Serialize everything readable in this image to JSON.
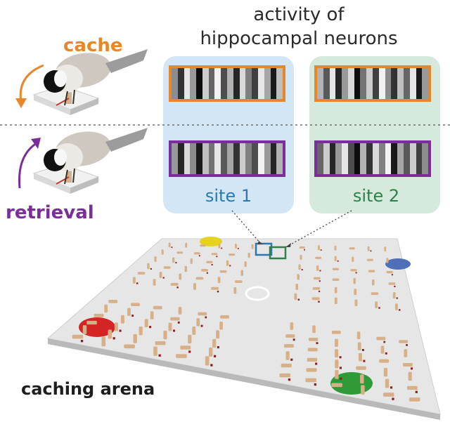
{
  "title": {
    "line1": "activity of",
    "line2": "hippocampal neurons"
  },
  "labels": {
    "cache": "cache",
    "retrieval": "retrieval",
    "arena": "caching arena"
  },
  "sites": [
    {
      "label": "site 1",
      "panel_color": "#d3e6f5",
      "label_color": "#2a78b0"
    },
    {
      "label": "site 2",
      "panel_color": "#d5e9dd",
      "label_color": "#2f7f4a"
    }
  ],
  "colors": {
    "cache": "#e8862a",
    "retrieval": "#7a2e9a",
    "site1_box": "#2a78b0",
    "site2_box": "#2f7f4a",
    "perch": "#d6b089",
    "arena": "#e7e6e6",
    "feeder_yellow": "#e6d21e",
    "feeder_blue": "#4f6fb8",
    "feeder_red": "#d42424",
    "feeder_green": "#2f9a38"
  },
  "barcodes": {
    "cache_site1": [
      0.55,
      0.2,
      0.9,
      0.6,
      0.05,
      0.8,
      0.4,
      0.95,
      0.3,
      0.7,
      0.15,
      0.85,
      0.5,
      0.25,
      0.9,
      0.65,
      0.1,
      0.75
    ],
    "cache_site2": [
      0.7,
      0.35,
      0.9,
      0.15,
      0.6,
      0.85,
      0.05,
      0.45,
      0.8,
      0.25,
      0.95,
      0.55,
      0.2,
      0.75,
      0.4,
      0.9,
      0.1,
      0.6
    ],
    "retrieval_site1": [
      0.6,
      0.15,
      0.85,
      0.55,
      0.1,
      0.75,
      0.45,
      0.9,
      0.35,
      0.65,
      0.2,
      0.8,
      0.5,
      0.3,
      0.95,
      0.6,
      0.15,
      0.7
    ],
    "retrieval_site2": [
      0.4,
      0.8,
      0.15,
      0.6,
      0.9,
      0.3,
      0.05,
      0.7,
      0.2,
      0.85,
      0.5,
      0.95,
      0.1,
      0.65,
      0.35,
      0.8,
      0.25,
      0.55
    ]
  },
  "icons": {
    "cache_arrow": "curved-arrow-down-icon",
    "retrieval_arrow": "curved-arrow-up-icon",
    "bird": "chickadee-bird-icon",
    "feeder": "feeder-dish-icon",
    "perch": "perch-icon"
  }
}
